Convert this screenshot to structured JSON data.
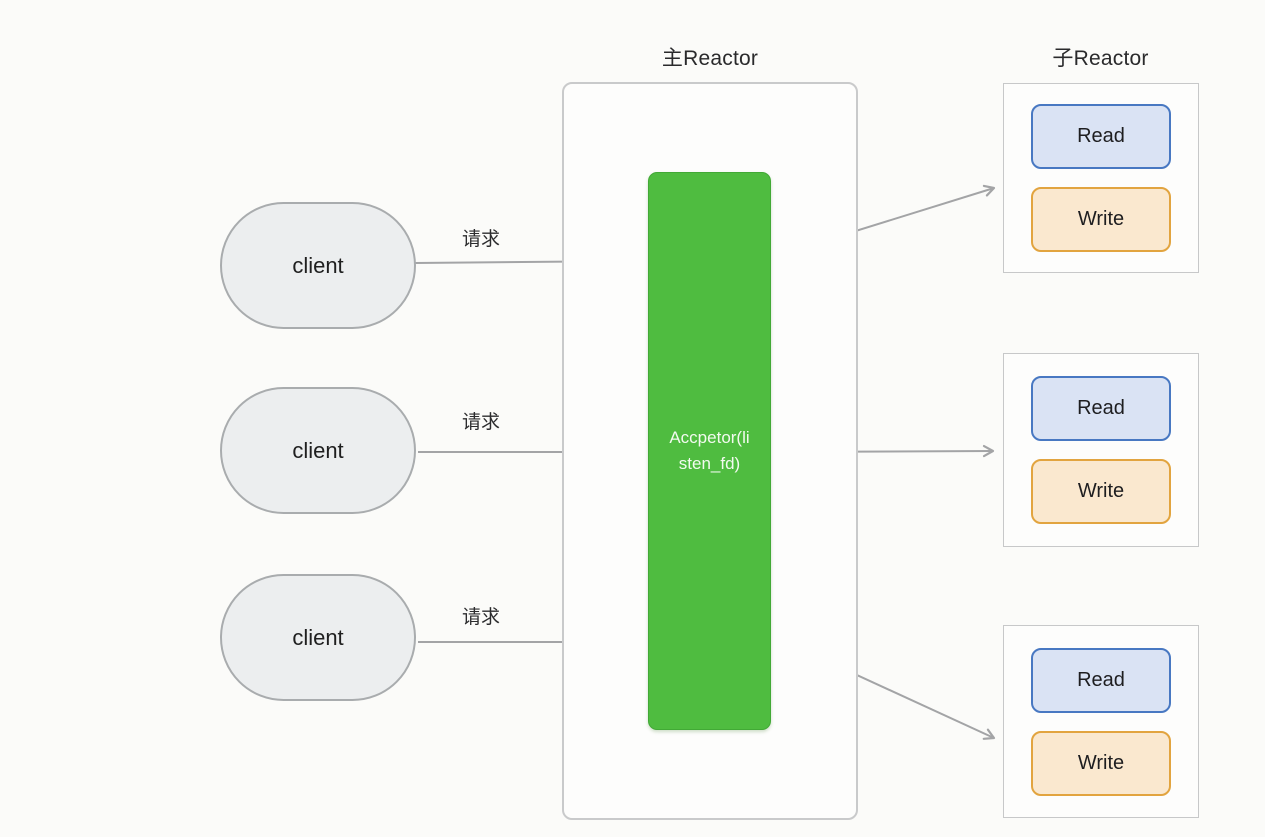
{
  "titles": {
    "main_reactor": "主Reactor",
    "sub_reactor": "子Reactor"
  },
  "acceptor": {
    "text": "Accpetor(listen_fd)",
    "lines": [
      "Accpetor(li",
      "sten_fd)"
    ]
  },
  "clients": [
    {
      "label": "client"
    },
    {
      "label": "client"
    },
    {
      "label": "client"
    }
  ],
  "request_labels": [
    {
      "text": "请求"
    },
    {
      "text": "请求"
    },
    {
      "text": "请求"
    }
  ],
  "sub_reactor_groups": [
    {
      "read_label": "Read",
      "write_label": "Write"
    },
    {
      "read_label": "Read",
      "write_label": "Write"
    },
    {
      "read_label": "Read",
      "write_label": "Write"
    }
  ],
  "colors": {
    "acceptor_fill": "#4fbc40",
    "acceptor_text": "#f2faef",
    "read_fill": "#dae3f4",
    "read_border": "#4878c2",
    "write_fill": "#fae8cf",
    "write_border": "#e2a43f",
    "client_fill": "#eceeef",
    "client_border": "#a9acae",
    "container_border": "#c9cacb",
    "arrow": "#a3a4a6",
    "text": "#2a2a2c",
    "background": "#fbfbf9"
  }
}
